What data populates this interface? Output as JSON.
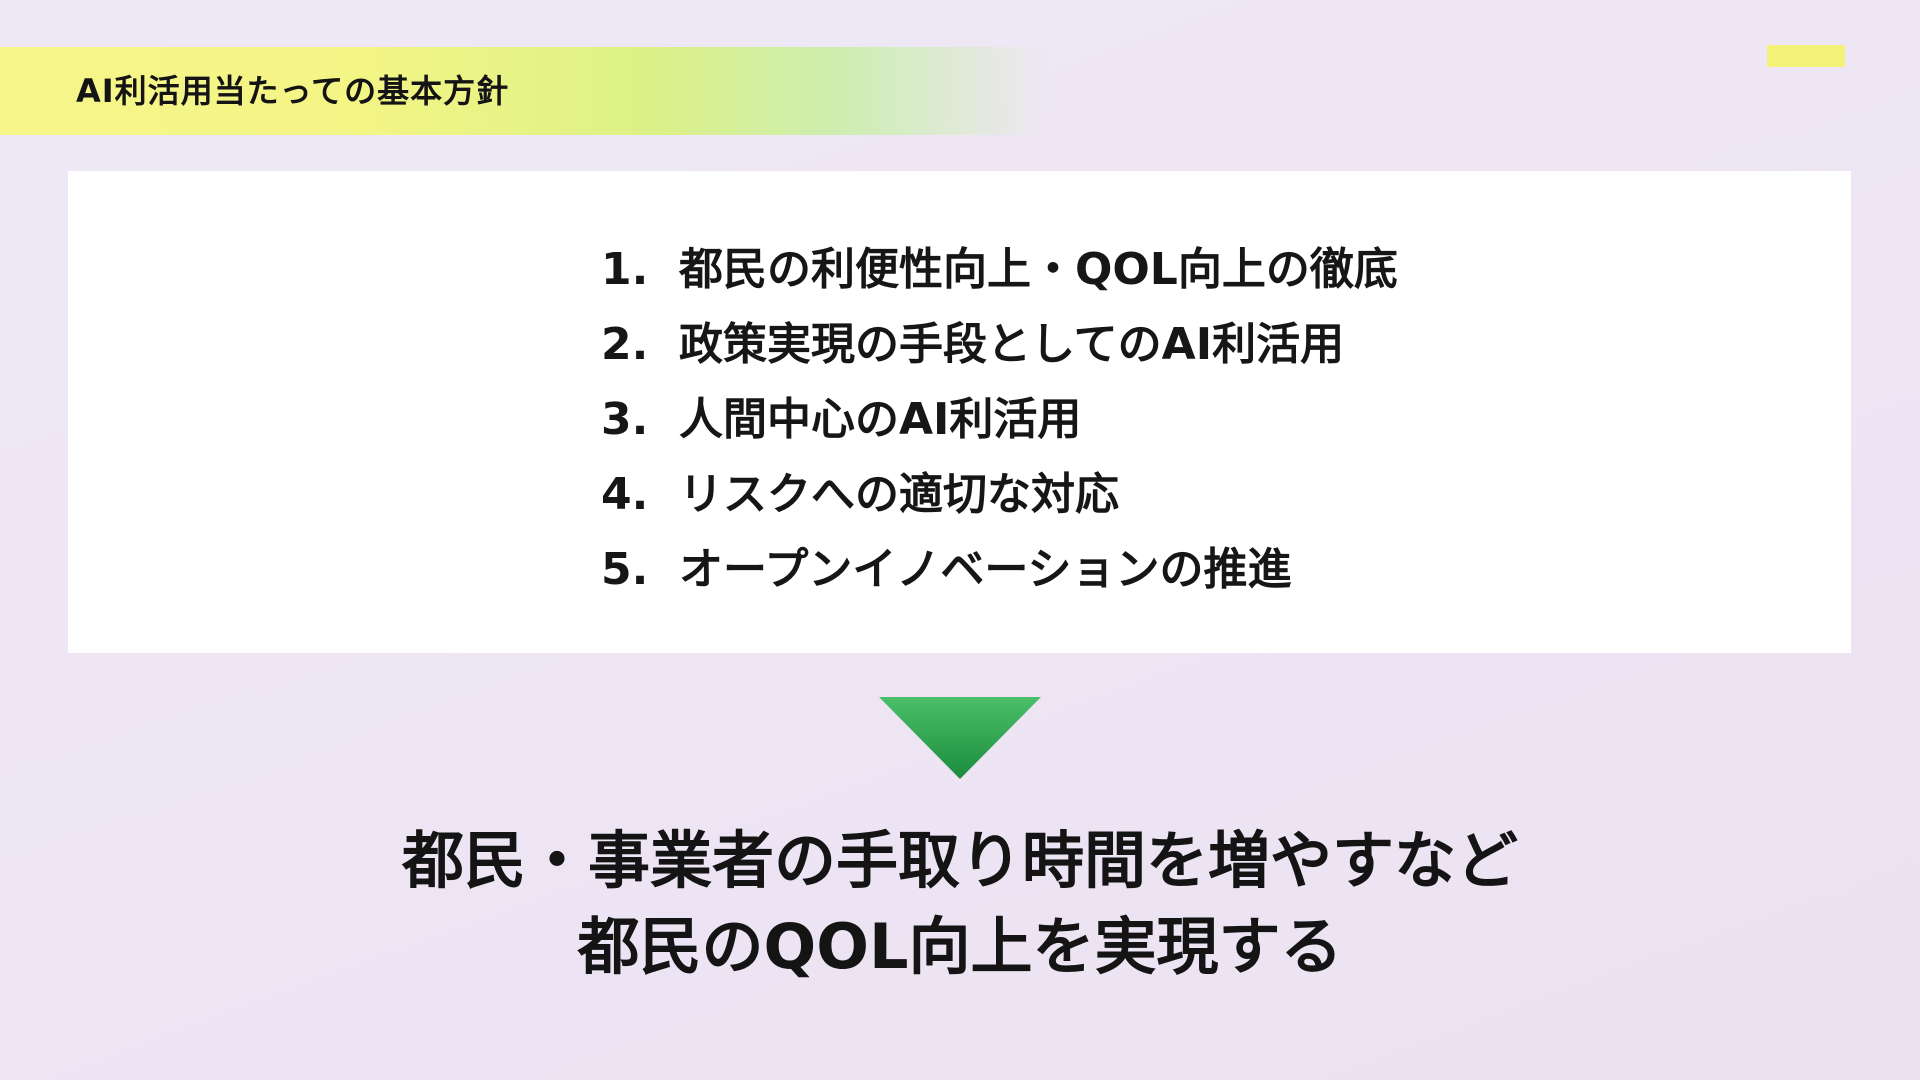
{
  "header": {
    "title": "AI利活用当たっての基本方針"
  },
  "policies": [
    {
      "number": "1.",
      "text": "都民の利便性向上・QOL向上の徹底"
    },
    {
      "number": "2.",
      "text": "政策実現の手段としてのAI利活用"
    },
    {
      "number": "3.",
      "text": "人間中心のAI利活用"
    },
    {
      "number": "4.",
      "text": "リスクへの適切な対応"
    },
    {
      "number": "5.",
      "text": "オープンイノベーションの推進"
    }
  ],
  "conclusion": {
    "line1": "都民・事業者の手取り時間を増やすなど",
    "line2": "都民のQOL向上を実現する"
  },
  "colors": {
    "background": "#efe8f5",
    "title_band": "#f6f58a",
    "accent_yellow": "#f2f276",
    "arrow_top": "#4cbf6b",
    "arrow_bottom": "#1a8c3c",
    "text": "#161616"
  },
  "icons": {
    "arrow": "down-triangle-arrow-icon"
  }
}
